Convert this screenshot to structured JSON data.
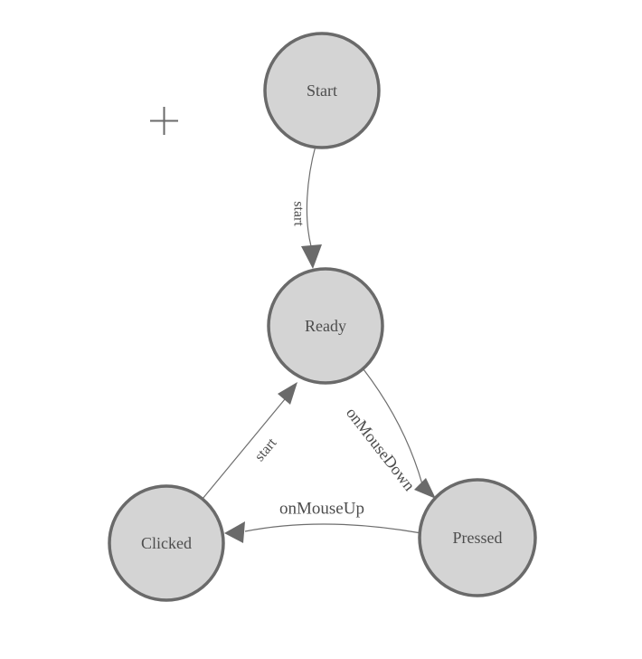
{
  "diagram": {
    "type": "finite-state-machine",
    "background": "#ffffff",
    "nodes": [
      {
        "id": "start",
        "label": "Start"
      },
      {
        "id": "ready",
        "label": "Ready"
      },
      {
        "id": "clicked",
        "label": "Clicked"
      },
      {
        "id": "pressed",
        "label": "Pressed"
      }
    ],
    "edges": [
      {
        "from": "Start",
        "to": "Ready",
        "label": "start"
      },
      {
        "from": "Ready",
        "to": "Pressed",
        "label": "onMouseDown"
      },
      {
        "from": "Pressed",
        "to": "Clicked",
        "label": "onMouseUp"
      },
      {
        "from": "Clicked",
        "to": "Ready",
        "label": "start"
      }
    ],
    "icons": {
      "crosshair": "+"
    },
    "colors": {
      "node_fill": "#d4d4d4",
      "node_stroke": "#6a6a6a",
      "edge_stroke": "#6e6e6e",
      "arrow_fill": "#6a6a6a",
      "label_text": "#4d4d4d"
    }
  }
}
